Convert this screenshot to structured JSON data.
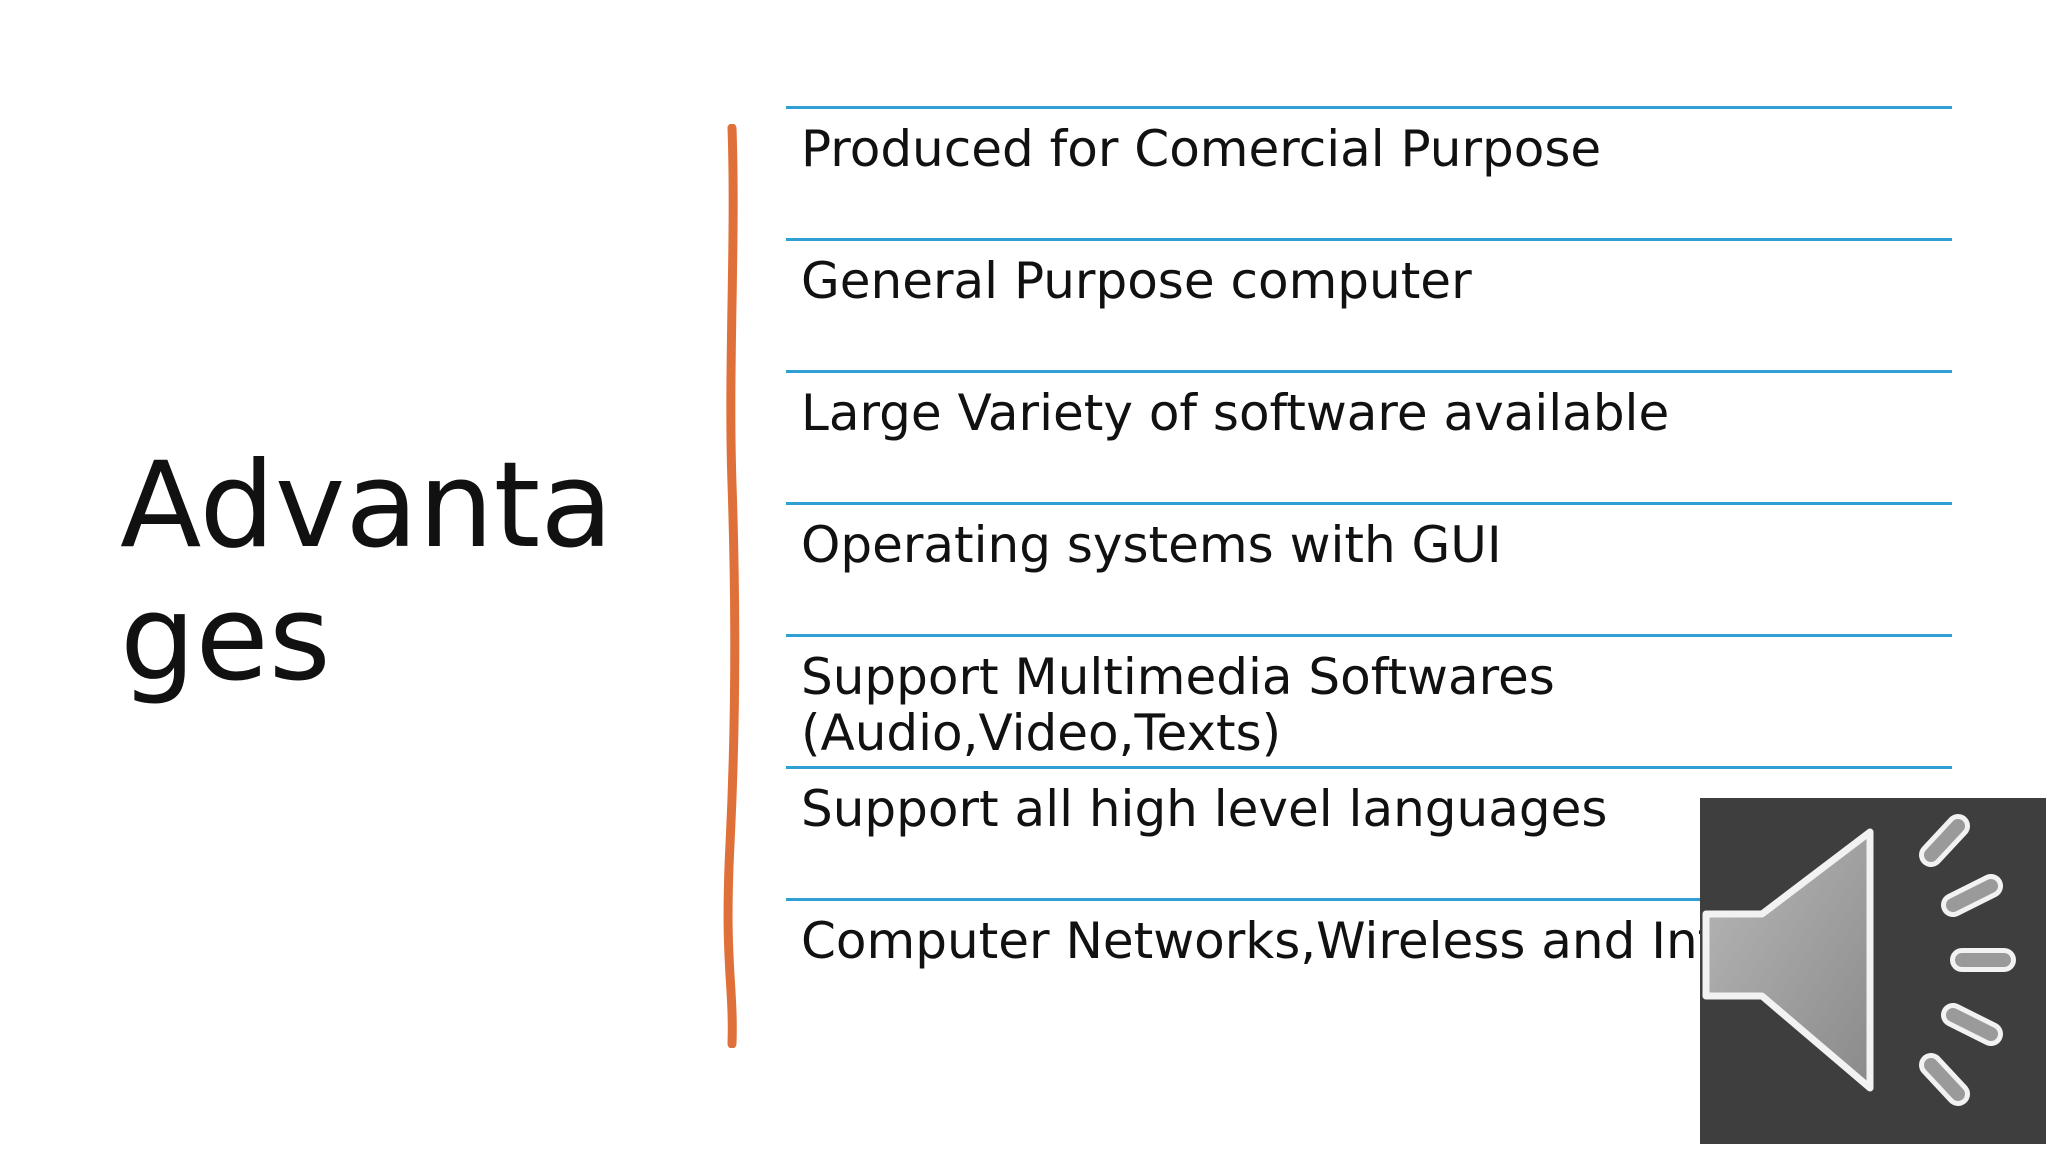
{
  "slide": {
    "title": "Advantages",
    "accent_color": "#e0703a",
    "divider_color": "#2f9fd4",
    "points": [
      "Produced for Comercial Purpose",
      "General Purpose computer",
      "Large Variety of software available",
      "Operating systems with GUI",
      "Support Multimedia Softwares\n(Audio,Video,Texts)",
      "Support all high level languages",
      "Computer Networks,Wireless and Internet"
    ]
  },
  "audio_icon": {
    "icon": "speaker-volume-icon",
    "background_color": "#3e3e3e"
  }
}
